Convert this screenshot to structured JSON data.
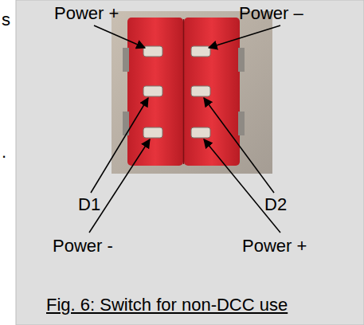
{
  "diagram": {
    "caption": "Fig. 6: Switch for non-DCC use",
    "labels": [
      "s",
      "Power +",
      "Power –",
      ".",
      "D1",
      "D2",
      "Power -",
      "Power +"
    ]
  }
}
